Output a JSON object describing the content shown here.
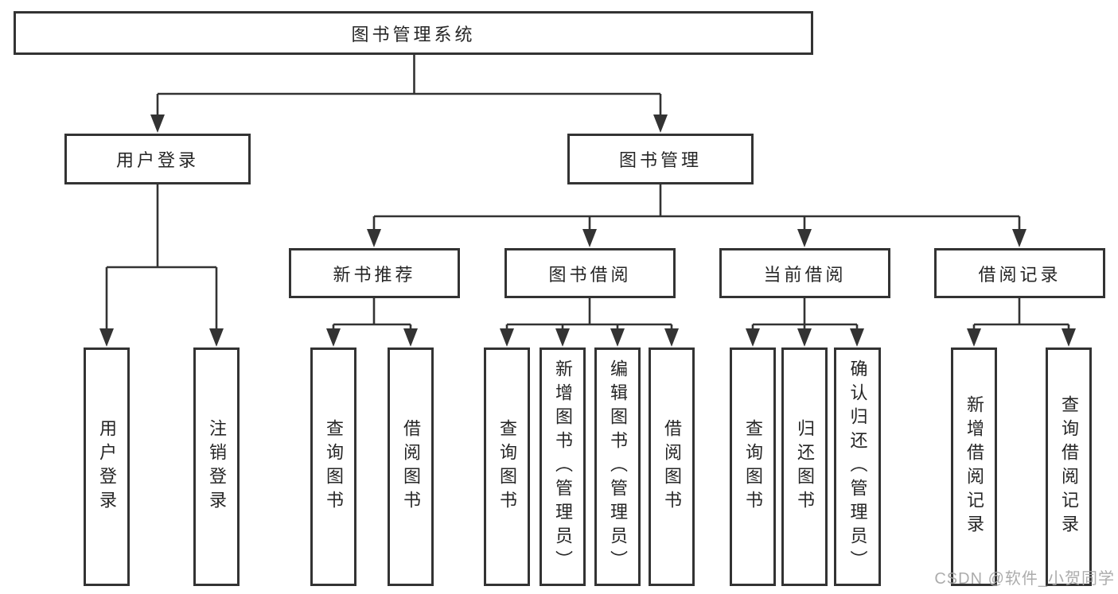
{
  "diagram": {
    "root": {
      "label": "图书管理系统"
    },
    "branches": [
      {
        "label": "用户登录",
        "children": [
          {
            "label": "用户登录"
          },
          {
            "label": "注销登录"
          }
        ]
      },
      {
        "label": "图书管理",
        "children": [
          {
            "label": "新书推荐",
            "children": [
              {
                "label": "查询图书"
              },
              {
                "label": "借阅图书"
              }
            ]
          },
          {
            "label": "图书借阅",
            "children": [
              {
                "label": "查询图书"
              },
              {
                "label": "新增图书（管理员）"
              },
              {
                "label": "编辑图书（管理员）"
              },
              {
                "label": "借阅图书"
              }
            ]
          },
          {
            "label": "当前借阅",
            "children": [
              {
                "label": "查询图书"
              },
              {
                "label": "归还图书"
              },
              {
                "label": "确认归还（管理员）"
              }
            ]
          },
          {
            "label": "借阅记录",
            "children": [
              {
                "label": "新增借阅记录"
              },
              {
                "label": "查询借阅记录"
              }
            ]
          }
        ]
      }
    ]
  },
  "watermark": {
    "text": "CSDN @软件_小贺同学"
  },
  "colors": {
    "line": "#333333",
    "text": "#262626",
    "watermark": "#a6a6a6",
    "background": "#ffffff"
  }
}
